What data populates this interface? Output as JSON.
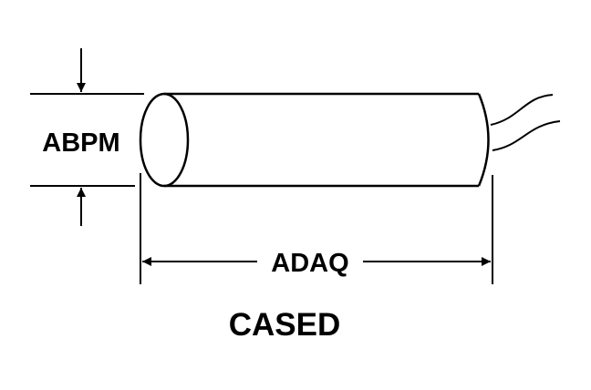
{
  "labels": {
    "diameter": "ABPM",
    "length": "ADAQ",
    "caption": "CASED"
  },
  "colors": {
    "stroke": "#000000",
    "background": "#ffffff"
  }
}
